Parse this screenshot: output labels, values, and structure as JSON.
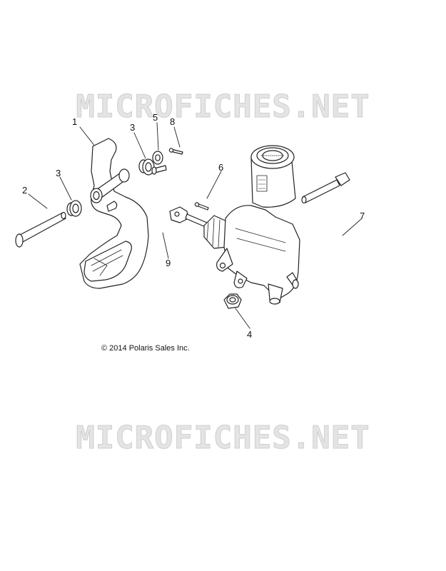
{
  "watermark_top": "MICROFICHES.NET",
  "watermark_bottom": "MICROFICHES.NET",
  "copyright": "© 2014 Polaris Sales Inc.",
  "callouts": {
    "c1": "1",
    "c2": "2",
    "c3a": "3",
    "c3b": "3",
    "c4": "4",
    "c5": "5",
    "c6": "6",
    "c7": "7",
    "c8": "8",
    "c9": "9"
  }
}
